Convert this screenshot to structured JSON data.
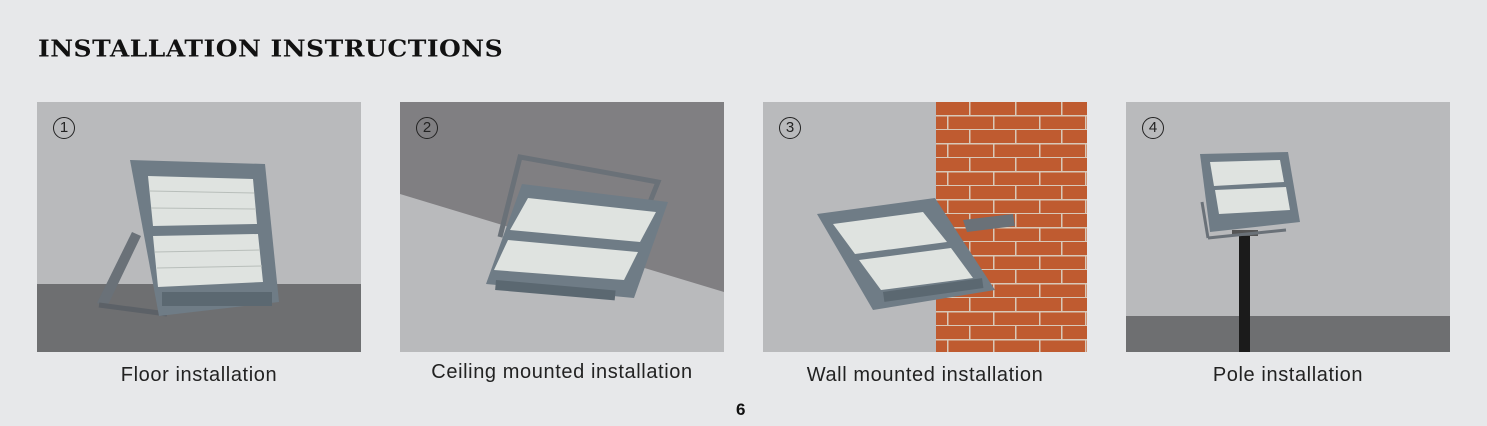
{
  "header": {
    "title": "INSTALLATION INSTRUCTIONS"
  },
  "steps": [
    {
      "number": "1",
      "caption": "Floor installation"
    },
    {
      "number": "2",
      "caption": "Ceiling mounted installation"
    },
    {
      "number": "3",
      "caption": "Wall mounted installation"
    },
    {
      "number": "4",
      "caption": "Pole installation"
    }
  ],
  "footer": {
    "page_number": "6"
  },
  "colors": {
    "background": "#e7e8ea",
    "panel_light": "#b9babc",
    "panel_dark": "#6e6f71",
    "ceiling_dark": "#807f82",
    "brick": "#b8542c",
    "fixture_body": "#6f7c86"
  }
}
